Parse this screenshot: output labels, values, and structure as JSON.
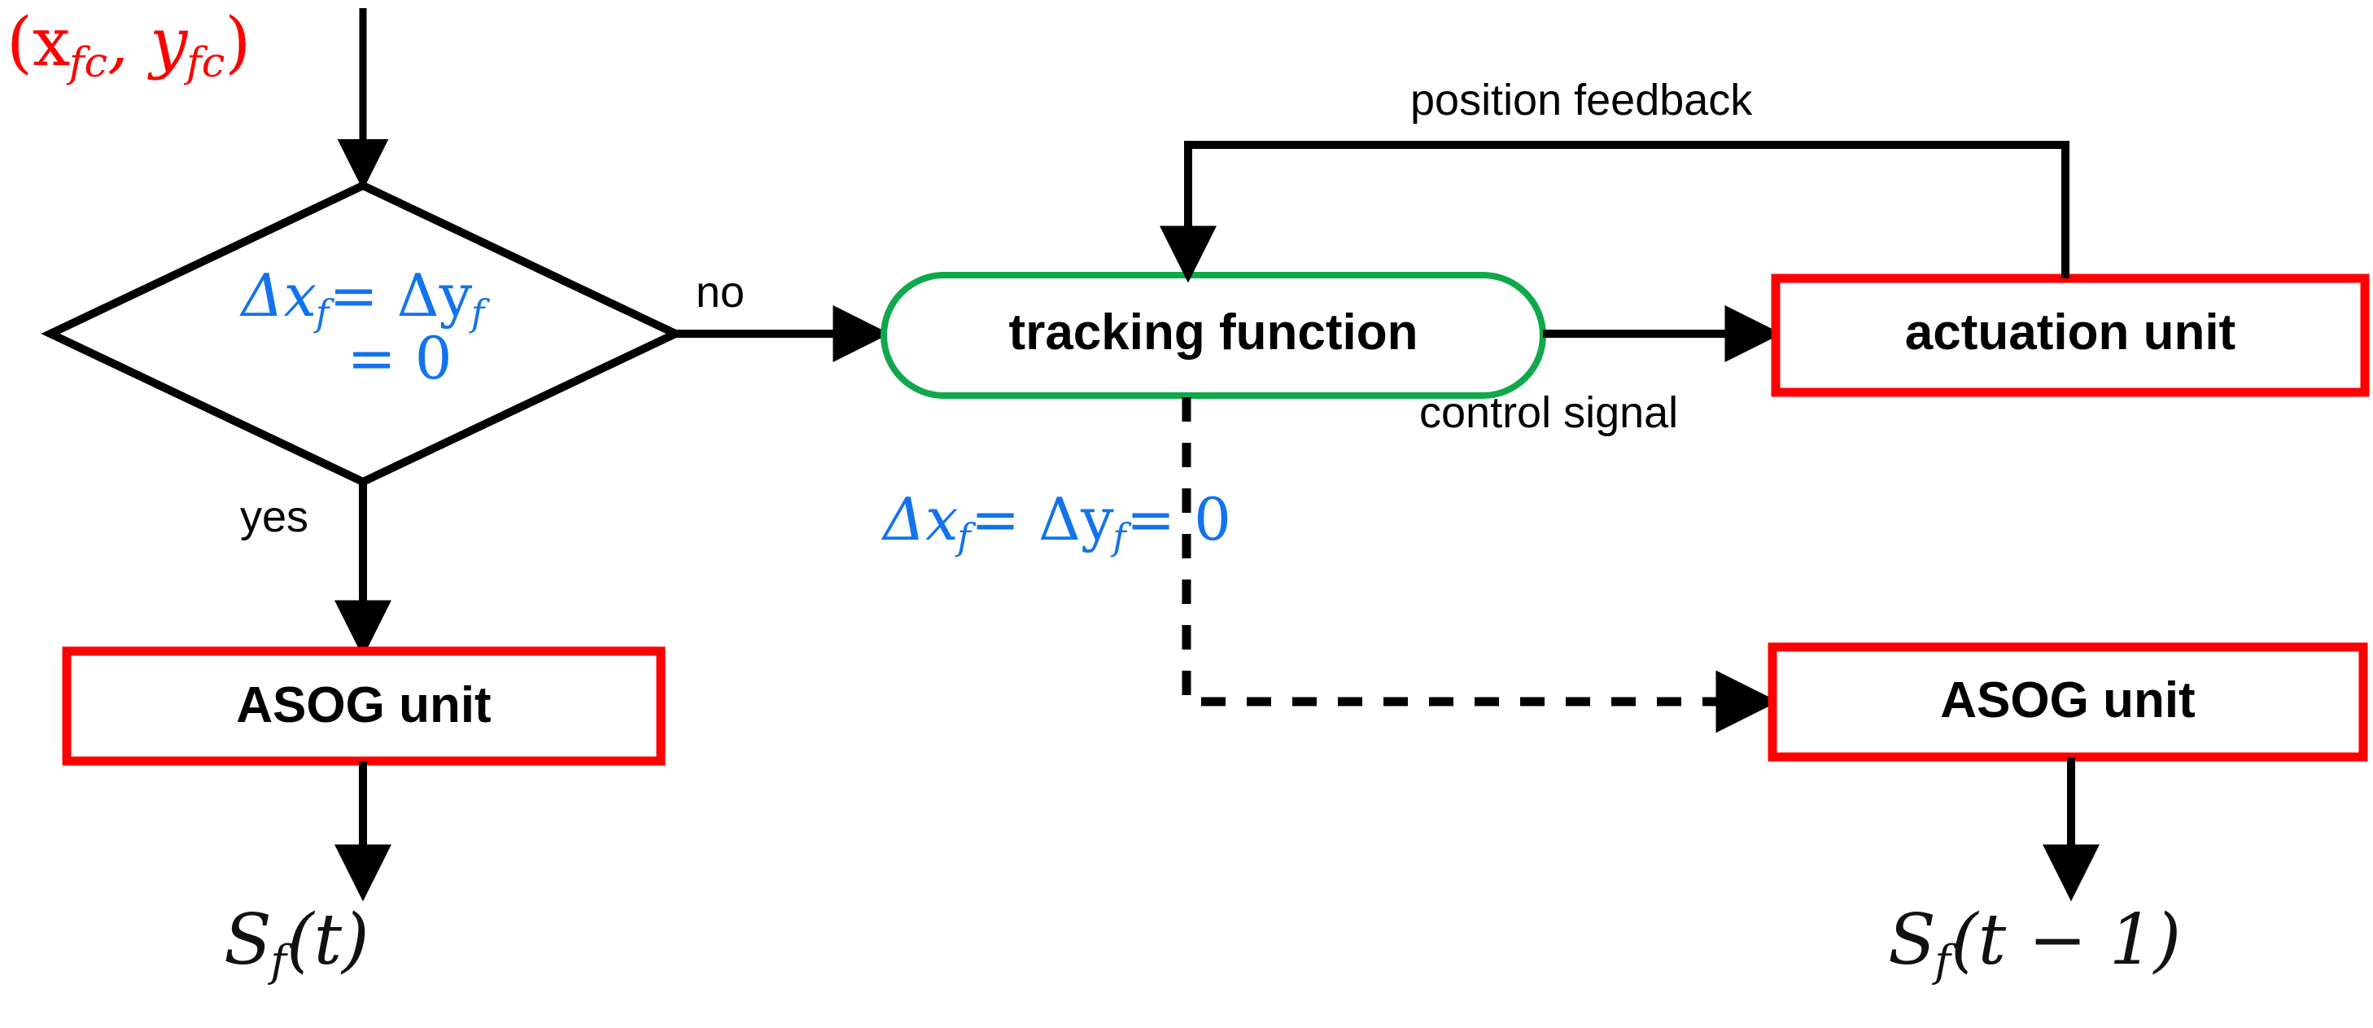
{
  "diagram": {
    "title": "tracking control flowchart",
    "colors": {
      "node_red": "#ff0000",
      "node_green": "#0fa84a",
      "math_blue": "#1273ec",
      "math_red": "#ff0000",
      "line_black": "#000000",
      "background": "#ffffff"
    },
    "inputs": {
      "feature_centroid": "(x",
      "feature_centroid_sub1": "fc",
      "feature_centroid_mid": ", y",
      "feature_centroid_sub2": "fc",
      "feature_centroid_end": ")"
    },
    "decision": {
      "name": "delta-zero-check",
      "line1_a": "Δx",
      "line1_sub1": "f",
      "line1_b": "= Δy",
      "line1_sub2": "f",
      "line2": "= 0",
      "branch_yes": "yes",
      "branch_no": "no"
    },
    "nodes": [
      {
        "id": "tracking-function",
        "label": "tracking function",
        "shape": "rounded",
        "border": "#0fa84a"
      },
      {
        "id": "actuation-unit",
        "label": "actuation unit",
        "shape": "rect",
        "border": "#ff0000"
      },
      {
        "id": "asog-unit-left",
        "label": "ASOG unit",
        "shape": "rect",
        "border": "#ff0000"
      },
      {
        "id": "asog-unit-right",
        "label": "ASOG unit",
        "shape": "rect",
        "border": "#ff0000"
      }
    ],
    "edge_labels": {
      "position_feedback": "position feedback",
      "control_signal": "control signal"
    },
    "annotations": {
      "delta_zero_a": "Δx",
      "delta_zero_sub1": "f",
      "delta_zero_b": "= Δy",
      "delta_zero_sub2": "f",
      "delta_zero_c": "= 0"
    },
    "outputs": {
      "left_a": "S",
      "left_sub": "f",
      "left_b": "(t)",
      "right_a": "S",
      "right_sub": "f",
      "right_b": "(t − 1)"
    }
  }
}
